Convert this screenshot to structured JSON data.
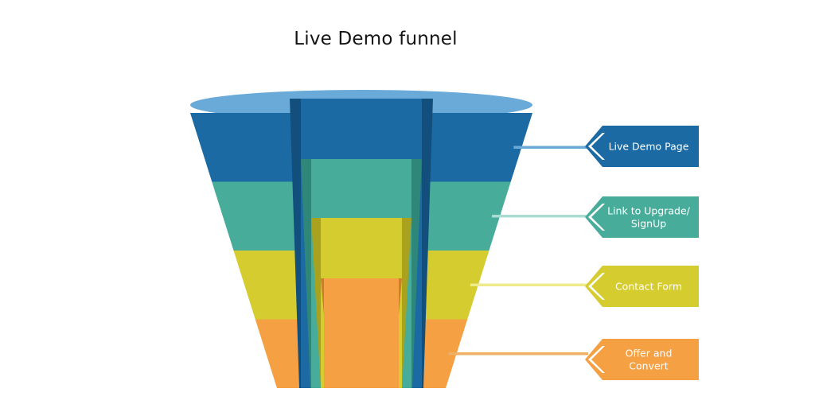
{
  "title": "Live Demo funnel",
  "stages": [
    {
      "label": "Live Demo Page",
      "color": "#1b6aa3",
      "shade": "#134f7d",
      "line": "#6aaad8"
    },
    {
      "label": "Link to Upgrade/ SignUp",
      "lines": [
        "Link to Upgrade/",
        "SignUp"
      ],
      "color": "#47ad9a",
      "shade": "#2e8778",
      "line": "#a9dcd3"
    },
    {
      "label": "Contact Form",
      "color": "#d5cc30",
      "shade": "#a8a21f",
      "line": "#efea8a"
    },
    {
      "label": "Offer and Convert",
      "lines": [
        "Offer and",
        "Convert"
      ],
      "color": "#f4a043",
      "shade": "#cc7f2a",
      "line": "#f1b067"
    }
  ],
  "top_ellipse_color": "#6aaad8"
}
